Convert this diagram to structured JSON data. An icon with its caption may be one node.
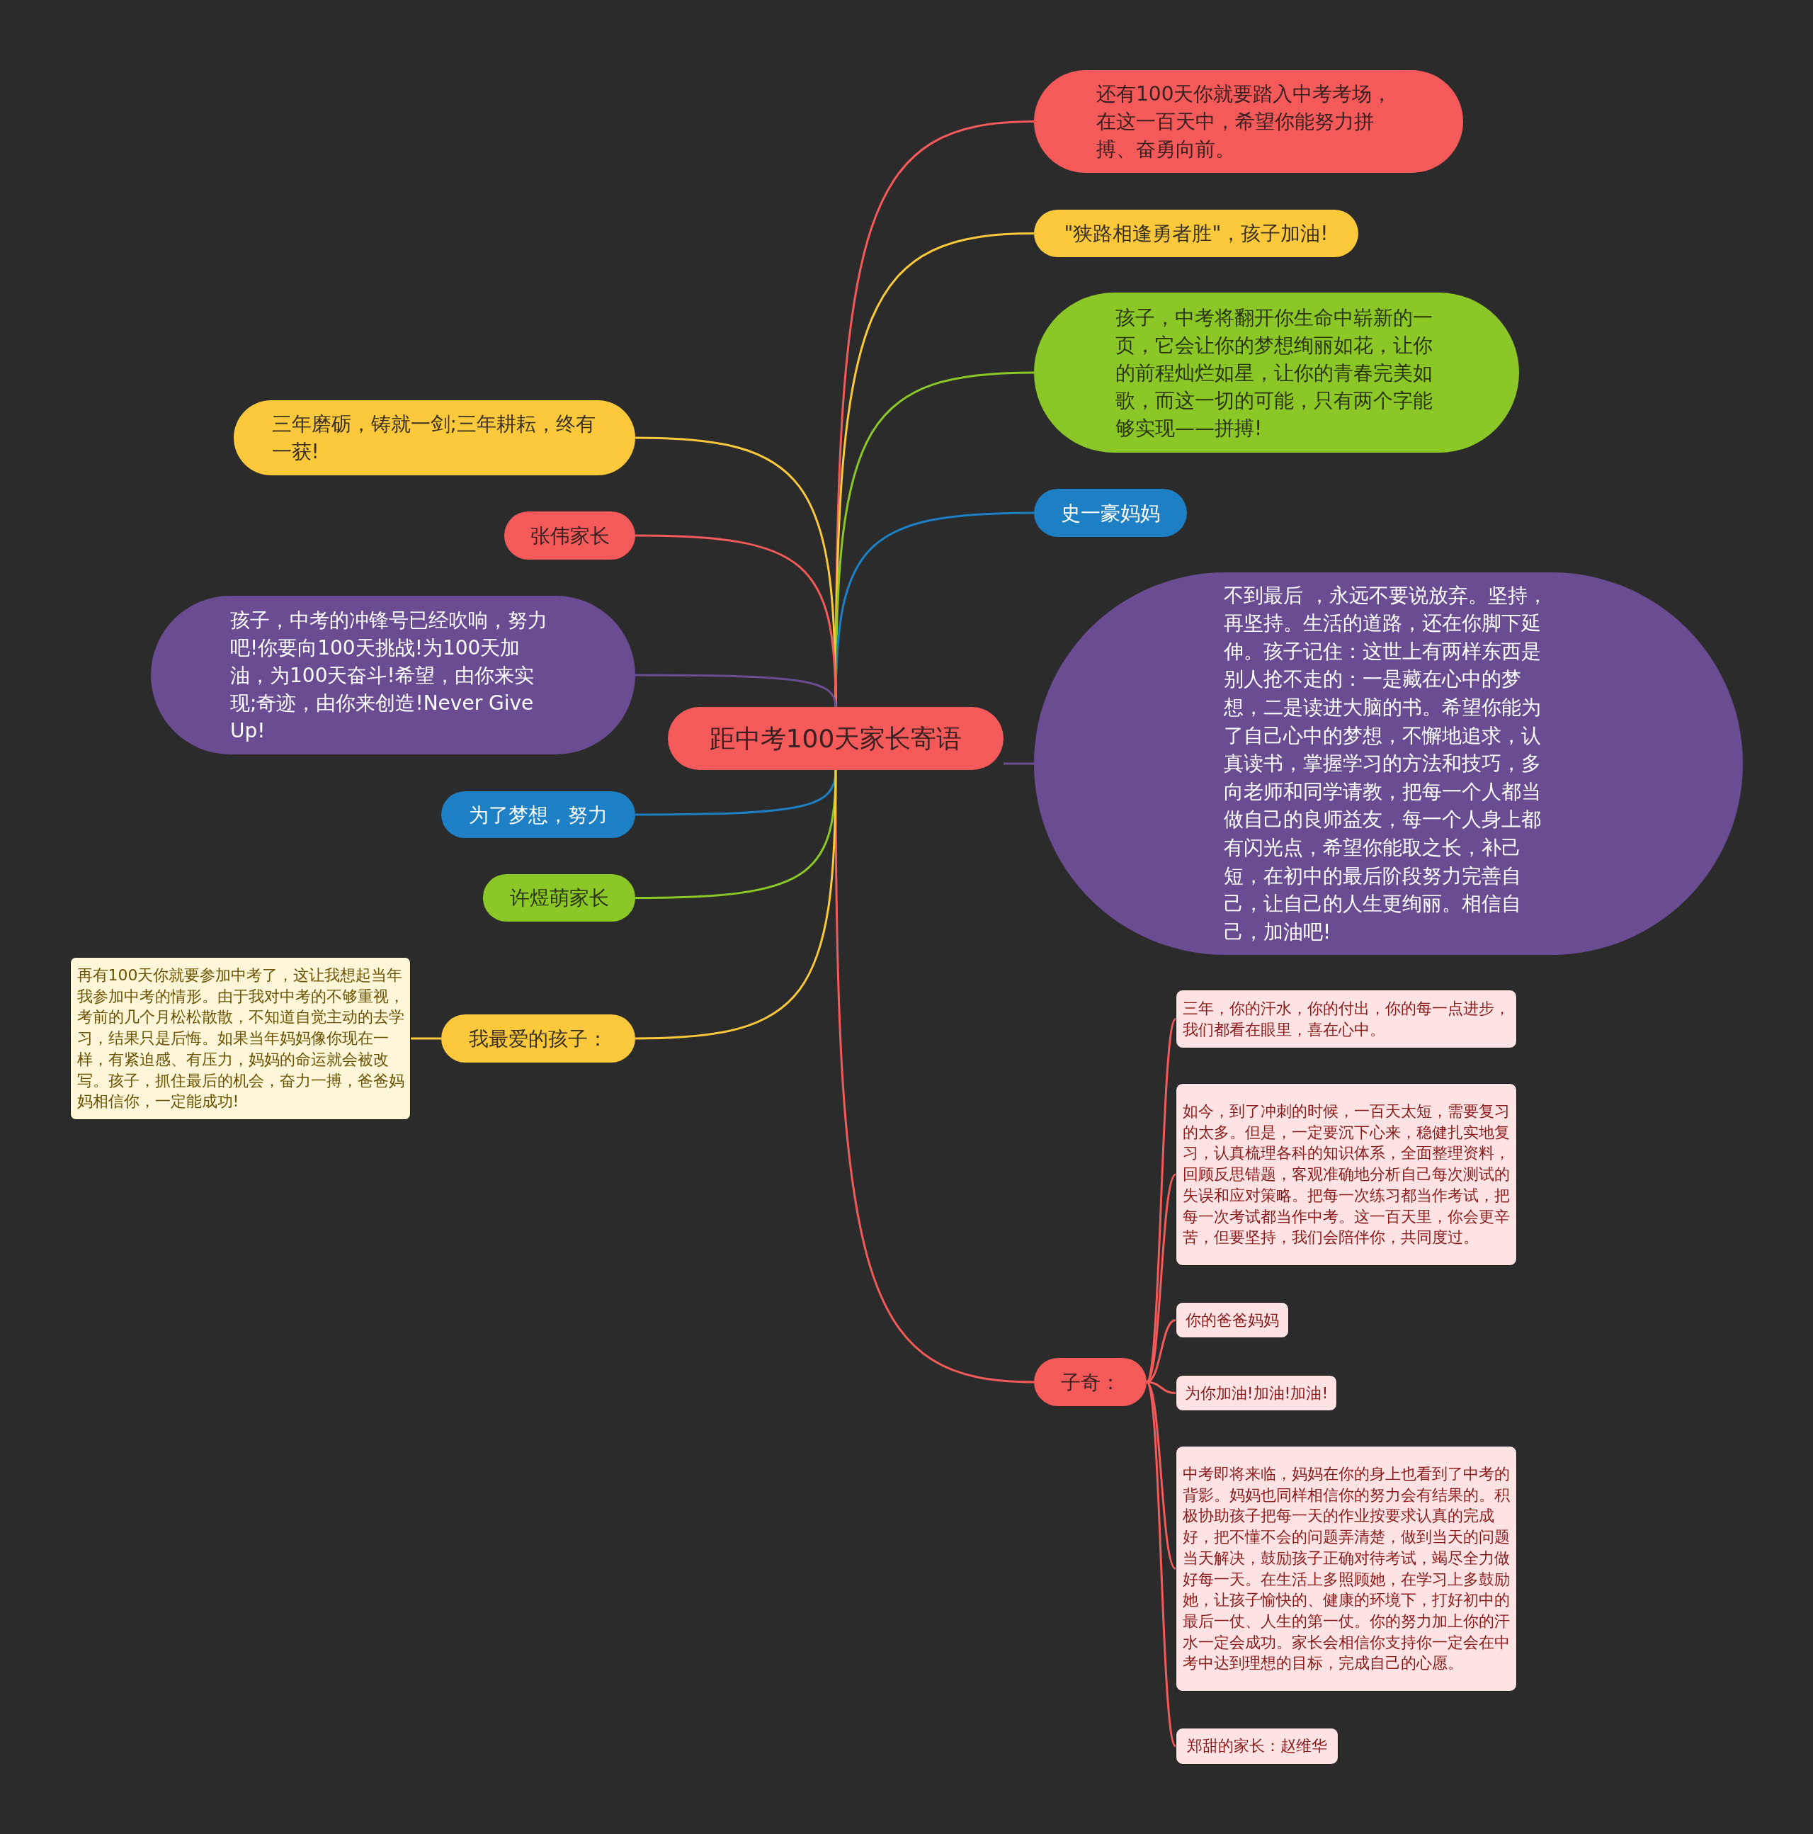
{
  "diagram": {
    "nodes": [
      {
        "text": [
          "距中考100天家长寄语"
        ]
      },
      {
        "text": [
          "还有100天你就要踏入中考考场，在这一百天中，希望你能努力拼搏、奋勇向前。"
        ]
      },
      {
        "text": [
          "\"狭路相逢勇者胜\"，孩子加油!"
        ]
      },
      {
        "text": [
          "孩子，中考将翻开你生命中崭新的一页，它会让你的梦想绚丽如花，让你的前程灿烂如星，让你的青春完美如歌，而这一切的可能，只有两个字能够实现——拼搏!"
        ]
      },
      {
        "text": [
          "史一豪妈妈"
        ]
      },
      {
        "text": [
          "不到最后 ，永远不要说放弃。坚持，再坚持。生活的道路，还在你脚下延伸。孩子记住：这世上有两样东西是别人抢不走的：一是藏在心中的梦想，二是读进大脑的书。希望你能为了自己心中的梦想，不懈地追求，认真读书，掌握学习的方法和技巧，多向老师和同学请教，把每一个人都当做自己的良师益友，每一个人身上都有闪光点，希望你能取之长，补己短，在初中的最后阶段努力完善自己，让自己的人生更绚丽。相信自己，加油吧!"
        ]
      },
      {
        "text": [
          "子奇："
        ]
      },
      {
        "text": [
          "三年，你的汗水，你的付出，你的每一点进步，我们都看在眼里，喜在心中。"
        ]
      },
      {
        "text": [
          "如今，到了冲刺的时候，一百天太短，需要复习的太多。但是，一定要沉下心来，稳健扎实地复习，认真梳理各科的知识体系，全面整理资料，回顾反思错题，客观准确地分析自己每次测试的失误和应对策略。把每一次练习都当作考试，把每一次考试都当作中考。这一百天里，你会更辛苦，但要坚持，我们会陪伴你，共同度过。"
        ]
      },
      {
        "text": [
          "你的爸爸妈妈"
        ]
      },
      {
        "text": [
          "为你加油!加油!加油!"
        ]
      },
      {
        "text": [
          "中考即将来临，妈妈在你的身上也看到了中考的背影。妈妈也同样相信你的努力会有结果的。积极协助孩子把每一天的作业按要求认真的完成好，把不懂不会的问题弄清楚，做到当天的问题当天解决，鼓励孩子正确对待考试，竭尽全力做好每一天。在生活上多照顾她，在学习上多鼓励她，让孩子愉快的、健康的环境下，打好初中的最后一仗、人生的第一仗。你的努力加上你的汗水一定会成功。家长会相信你支持你一定会在中考中达到理想的目标，完成自己的心愿。"
        ]
      },
      {
        "text": [
          "郑甜的家长：赵维华"
        ]
      },
      {
        "text": [
          "三年磨砺，铸就一剑;三年耕耘，终有一获!"
        ]
      },
      {
        "text": [
          "张伟家长"
        ]
      },
      {
        "text": [
          "孩子，中考的冲锋号已经吹响，努力吧!你要向100天挑战!为100天加油，为100天奋斗!希望，由你来实现;奇迹，由你来创造!Never Give Up!"
        ]
      },
      {
        "text": [
          "为了梦想，努力"
        ]
      },
      {
        "text": [
          "许煜萌家长"
        ]
      },
      {
        "text": [
          "我最爱的孩子："
        ]
      },
      {
        "text": [
          "再有100天你就要参加中考了，这让我想起当年我参加中考的情形。由于我对中考的不够重视，考前的几个月松松散散，不知道自觉主动的去学习，结果只是后悔。如果当年妈妈像你现在一样，有紧迫感、有压力，妈妈的命运就会被改写。孩子，抓住最后的机会，奋力一搏，爸爸妈妈相信你，一定能成功!"
        ]
      }
    ],
    "edges": [
      {
        "from": 0,
        "to": 1,
        "arrow": "none"
      },
      {
        "from": 0,
        "to": 2,
        "arrow": "none",
        "color": "#f9c93a"
      },
      {
        "from": 0,
        "to": 3,
        "arrow": "none",
        "color": "#8bc727"
      },
      {
        "from": 0,
        "to": 4,
        "arrow": "none",
        "color": "#1d7fc4"
      },
      {
        "from": 0,
        "to": 5,
        "arrow": "none",
        "color": "#6a4c93"
      },
      {
        "from": 0,
        "to": 6,
        "arrow": "none"
      },
      {
        "from": 6,
        "to": 7,
        "arrow": "none"
      },
      {
        "from": 6,
        "to": 8,
        "arrow": "none"
      },
      {
        "from": 6,
        "to": 9,
        "arrow": "none"
      },
      {
        "from": 6,
        "to": 10,
        "arrow": "none"
      },
      {
        "from": 6,
        "to": 11,
        "arrow": "none"
      },
      {
        "from": 6,
        "to": 12,
        "arrow": "none"
      },
      {
        "from": 0,
        "to": 13,
        "arrow": "none",
        "color": "#f9c93a"
      },
      {
        "from": 0,
        "to": 14,
        "arrow": "none"
      },
      {
        "from": 0,
        "to": 15,
        "arrow": "none",
        "color": "#6a4c93"
      },
      {
        "from": 0,
        "to": 16,
        "arrow": "none",
        "color": "#1d7fc4"
      },
      {
        "from": 0,
        "to": 17,
        "arrow": "none",
        "color": "#8bc727"
      },
      {
        "from": 0,
        "to": 18,
        "arrow": "none",
        "color": "#f9c93a"
      },
      {
        "from": 18,
        "to": 19,
        "arrow": "none",
        "color": "#f9c93a"
      }
    ]
  }
}
